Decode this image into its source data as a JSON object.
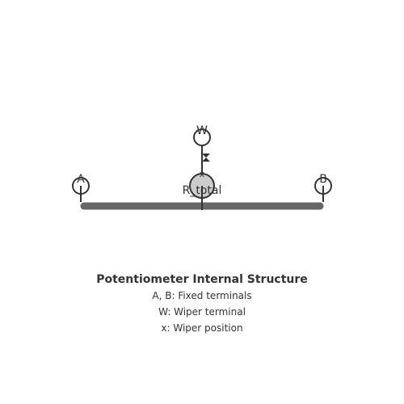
{
  "diagram": {
    "terminals": {
      "a_label": "A",
      "b_label": "B",
      "w_label": "W"
    },
    "wiper": {
      "position_label": "x",
      "resistance_label": "R_total"
    },
    "caption": {
      "title": "Potentiometer Internal Structure",
      "line1": "A, B: Fixed terminals",
      "line2": "W: Wiper terminal",
      "line3": "x: Wiper position"
    },
    "colors": {
      "track": "#666666",
      "ink": "#333333",
      "wiper_fill": "#cccccc"
    }
  }
}
